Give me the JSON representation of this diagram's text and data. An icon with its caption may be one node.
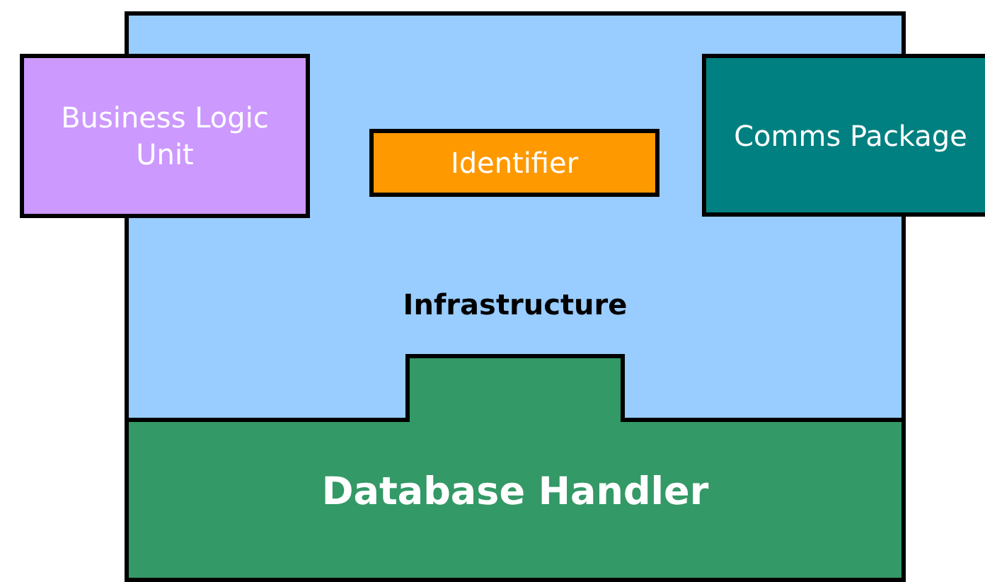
{
  "diagram": {
    "nodes": [
      {
        "text": [
          "Infrastructure"
        ]
      },
      {
        "text": [
          "Business Logic Unit"
        ]
      },
      {
        "text": [
          "Identifier"
        ],
        "in": 0
      },
      {
        "text": [
          "Comms Package"
        ]
      },
      {
        "text": [
          "Database Handler"
        ]
      }
    ]
  }
}
